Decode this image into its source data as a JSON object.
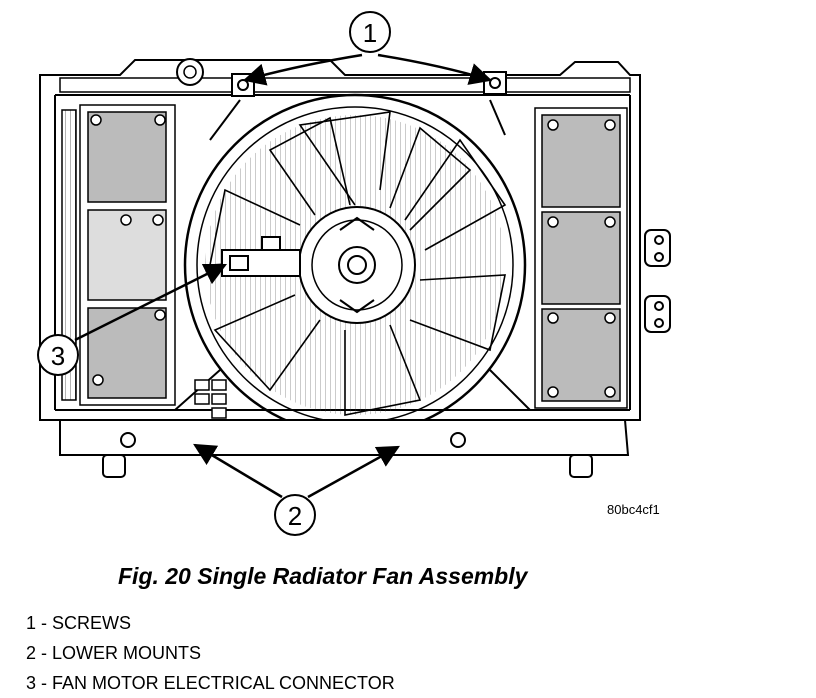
{
  "figure_code": "80bc4cf1",
  "caption": "Fig. 20 Single Radiator Fan Assembly",
  "callouts": [
    {
      "number": "1",
      "label": "SCREWS"
    },
    {
      "number": "2",
      "label": "LOWER MOUNTS"
    },
    {
      "number": "3",
      "label": "FAN MOTOR ELECTRICAL CONNECTOR"
    }
  ],
  "legend": [
    "1 - SCREWS",
    "2 - LOWER MOUNTS",
    "3 - FAN MOTOR ELECTRICAL CONNECTOR"
  ]
}
